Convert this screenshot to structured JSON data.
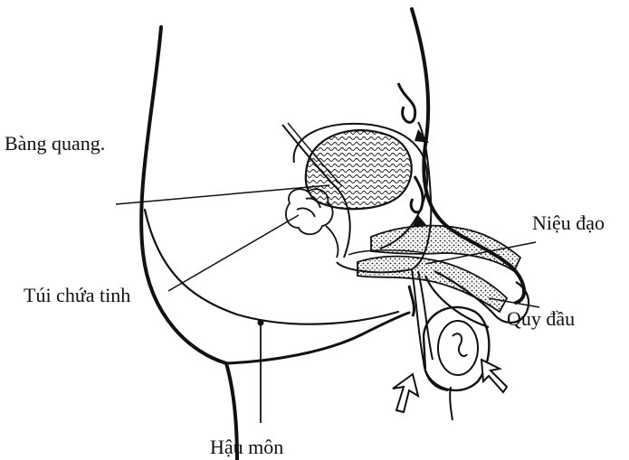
{
  "labels": {
    "bladder": "Bàng quang.",
    "urethra": "Niệu đạo",
    "seminal_vesicle": "Túi chứa tinh",
    "glans": "Quy đầu",
    "anus": "Hậu môn"
  },
  "colors": {
    "ink": "#111111",
    "background": "#ffffff"
  }
}
